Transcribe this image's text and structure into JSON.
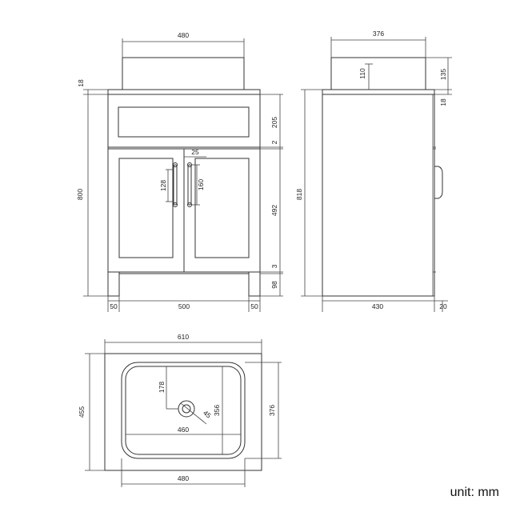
{
  "units_label": "unit: mm",
  "front_view": {
    "basin_width": "480",
    "top_thickness": "18",
    "total_height": "800",
    "drawer_height": "205",
    "gap": "2",
    "door_height": "492",
    "door_gap": "3",
    "plinth_height": "98",
    "handle_offset": "25",
    "handle_left": "128",
    "handle_right": "160",
    "side_left": "50",
    "inner_width": "500",
    "side_right": "50"
  },
  "side_view": {
    "basin_depth": "376",
    "basin_inner_height": "110",
    "basin_height": "135",
    "top_thickness": "18",
    "total_height": "818",
    "cabinet_depth": "430",
    "handle_projection": "20"
  },
  "top_view": {
    "top_width": "610",
    "top_depth": "455",
    "basin_width": "480",
    "basin_depth": "376",
    "inner_width": "460",
    "inner_depth": "356",
    "drain_offset": "178",
    "drain_diameter": "45"
  }
}
